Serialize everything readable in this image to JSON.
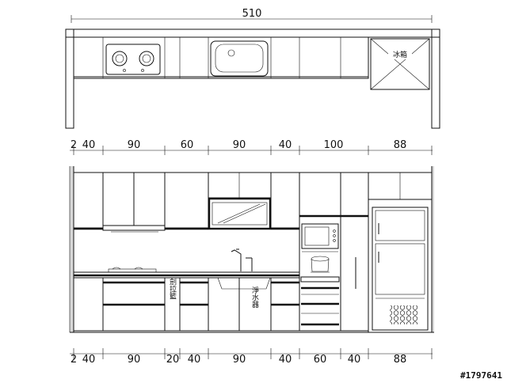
{
  "top_view": {
    "overall_width": "510",
    "fridge_label": "冰箱"
  },
  "upper_dimensions": [
    "2",
    "40",
    "90",
    "60",
    "90",
    "40",
    "100",
    "88"
  ],
  "lower_dimensions": [
    "2",
    "40",
    "90",
    "20",
    "40",
    "90",
    "40",
    "60",
    "40",
    "88"
  ],
  "labels": {
    "pullout_basket": "劍拉籃",
    "water_purifier": "淨水器"
  },
  "watermark": "#1797641"
}
